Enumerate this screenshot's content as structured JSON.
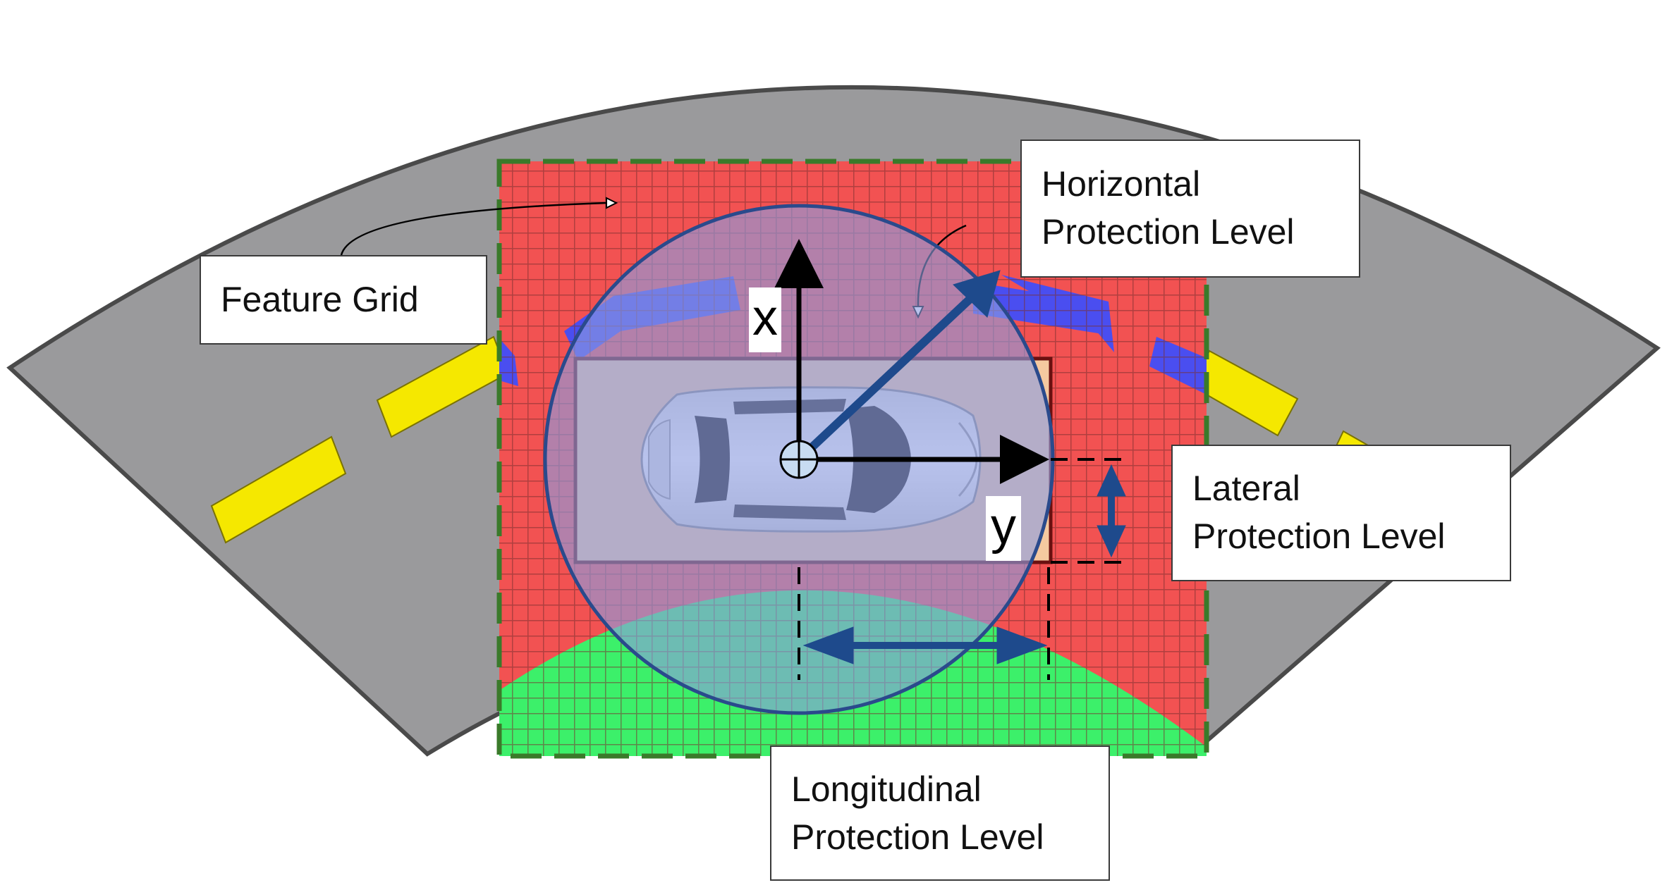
{
  "labels": {
    "feature_grid": "Feature Grid",
    "horizontal_pl": [
      "Horizontal",
      "Protection Level"
    ],
    "lateral_pl": [
      "Lateral",
      "Protection Level"
    ],
    "longitudinal_pl": [
      "Longitudinal",
      "Protection Level"
    ],
    "axis_x": "x",
    "axis_y": "y"
  },
  "colors": {
    "road": "#9a9a9c",
    "road_edge": "#4a4a4a",
    "lane_marking": "#f5e800",
    "grid_occupied": "#f25252",
    "grid_free": "#3cf06a",
    "grid_line": "#6a3030",
    "grid_border": "#3a7a2a",
    "lane_detection": "#4a4ef0",
    "protection_circle_fill": "#8c9ce0",
    "protection_circle_stroke": "#2a4a8c",
    "protection_arrow": "#1e4a8c",
    "vehicle_box_fill": "#f5c9a0",
    "vehicle_box_stroke": "#6a1010",
    "vehicle_body": "#f4f4f4",
    "axis": "#000000"
  },
  "icons": [
    "car-icon",
    "origin-marker-icon"
  ]
}
